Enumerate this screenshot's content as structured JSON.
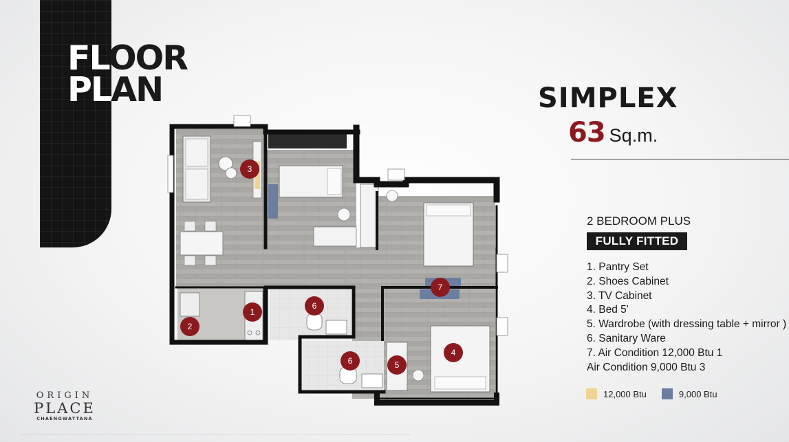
{
  "heading": {
    "line1": "FLOOR",
    "line2": "PLAN"
  },
  "unit": {
    "type": "SIMPLEX",
    "area_value": "63",
    "area_unit": "Sq.m."
  },
  "layout_type": "2 BEDROOM PLUS",
  "badge": "FULLY FITTED",
  "features": [
    "1. Pantry Set",
    "2. Shoes Cabinet",
    "3. TV Cabinet",
    "4. Bed 5'",
    "5. Wardrobe (with dressing table + mirror )",
    "6. Sanitary Ware",
    "7. Air Condition 12,000 Btu 1",
    "Air Condition 9,000 Btu 3"
  ],
  "legend": [
    {
      "label": "12,000 Btu",
      "color": "#efd595"
    },
    {
      "label": "9,000 Btu",
      "color": "#6c7ea0"
    }
  ],
  "markers": [
    "1",
    "2",
    "3",
    "4",
    "5",
    "6",
    "6",
    "7"
  ],
  "brand": {
    "line1": "ORIGIN",
    "line2": "PLACE",
    "line3": "CHAENGWATTANA"
  },
  "colors": {
    "marker": "#8b1a1f",
    "wall": "#111111",
    "floor": "#a7a5a2"
  }
}
